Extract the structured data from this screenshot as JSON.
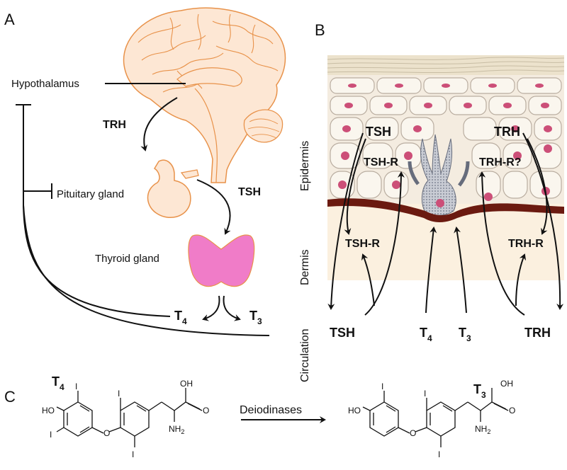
{
  "panels": {
    "a": "A",
    "b": "B",
    "c": "C"
  },
  "panel_a": {
    "hypothalamus": "Hypothalamus",
    "trh": "TRH",
    "pituitary": "Pituitary gland",
    "tsh": "TSH",
    "thyroid": "Thyroid gland",
    "t4": "T",
    "t4_sub": "4",
    "t3": "T",
    "t3_sub": "3"
  },
  "panel_b": {
    "epidermis": "Epidermis",
    "dermis": "Dermis",
    "circulation": "Circulation",
    "tsh_top": "TSH",
    "tsh_r_top": "TSH-R",
    "trh_top": "TRH",
    "trh_r_q": "TRH-R?",
    "tsh_r_dermis": "TSH-R",
    "trh_r_dermis": "TRH-R",
    "tsh_circ": "TSH",
    "t4": "T",
    "t4_sub": "4",
    "t3": "T",
    "t3_sub": "3",
    "trh_circ": "TRH"
  },
  "panel_c": {
    "t4_label": "T",
    "t4_sub": "4",
    "t3_label": "T",
    "t3_sub": "3",
    "arrow_label": "Deiodinases",
    "t4_atoms": {
      "oh": "OH",
      "o": "O",
      "ho": "HO",
      "i1": "I",
      "i2": "I",
      "i3": "I",
      "i4": "I",
      "ether_o": "O",
      "nh2": "NH",
      "nh2_sub": "2"
    },
    "t3_atoms": {
      "oh": "OH",
      "o": "O",
      "ho": "HO",
      "i1": "I",
      "i2": "I",
      "i3": "I",
      "ether_o": "O",
      "nh2": "NH",
      "nh2_sub": "2"
    }
  },
  "colors": {
    "brain_outline": "#e8924a",
    "brain_fill": "#fde7d4",
    "thyroid": "#f07cc8",
    "dermis_bg": "#fbf0df",
    "basement": "#6b1a10",
    "nucleus": "#cc4f78",
    "follicle": "#a9aeba"
  }
}
